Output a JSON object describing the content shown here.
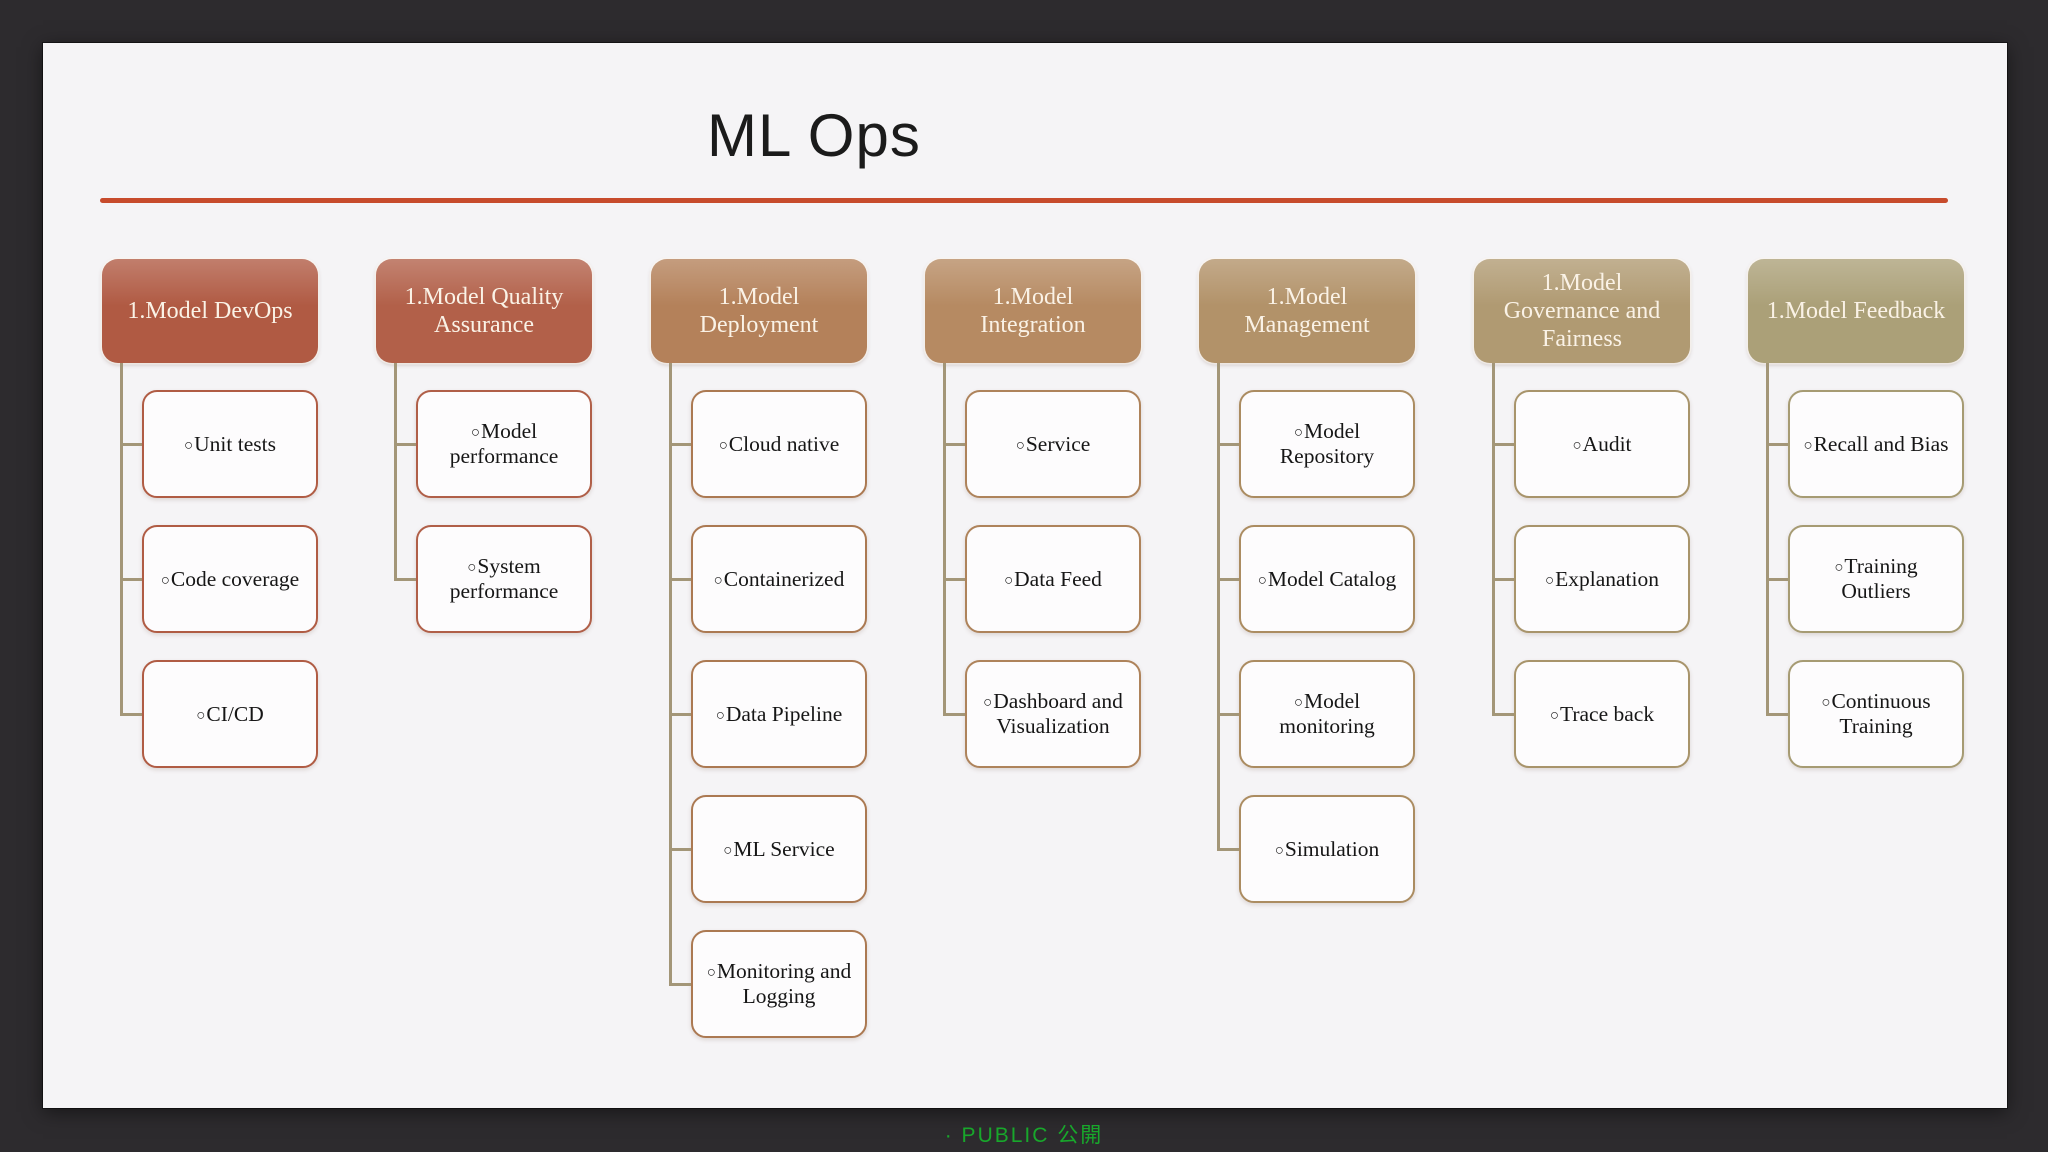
{
  "page": {
    "background_color": "#2d2b2e",
    "slide_background_color": "#f5f4f6"
  },
  "title": {
    "text": "ML Ops",
    "color": "#1b1b1b",
    "underline_color": "#c74b2c"
  },
  "footer": {
    "text": "· PUBLIC 公開",
    "color": "#18a72b"
  },
  "diagram": {
    "bullet_char": "○",
    "connector_color": "#a39678",
    "item_fill": "#fdfcfd",
    "item_text_color": "#161616",
    "header_text_color": "#faf2e6",
    "columns": [
      {
        "header": "1.Model DevOps",
        "header_fill": "#b05a43",
        "item_border": "#b05c44",
        "items": [
          "Unit tests",
          "Code coverage",
          "CI/CD"
        ]
      },
      {
        "header": "1.Model Quality Assurance",
        "header_fill": "#b26049",
        "item_border": "#b05f48",
        "items": [
          "Model performance",
          "System performance"
        ]
      },
      {
        "header": "1.Model Deployment",
        "header_fill": "#b4815a",
        "item_border": "#ab7952",
        "items": [
          "Cloud native",
          "Containerized",
          "Data Pipeline",
          "ML Service",
          "Monitoring and Logging"
        ]
      },
      {
        "header": "1.Model Integration",
        "header_fill": "#b68a62",
        "item_border": "#ae835b",
        "items": [
          "Service",
          "Data Feed",
          "Dashboard and Visualization"
        ]
      },
      {
        "header": "1.Model Management",
        "header_fill": "#b29269",
        "item_border": "#ab8c61",
        "items": [
          "Model Repository",
          "Model Catalog",
          "Model monitoring",
          "Simulation"
        ]
      },
      {
        "header": "1.Model Governance and Fairness",
        "header_fill": "#b09a72",
        "item_border": "#a8946b",
        "items": [
          "Audit",
          "Explanation",
          "Trace back"
        ]
      },
      {
        "header": "1.Model Feedback",
        "header_fill": "#aba078",
        "item_border": "#a69b73",
        "items": [
          "Recall and Bias",
          "Training Outliers",
          "Continuous Training"
        ]
      }
    ]
  }
}
